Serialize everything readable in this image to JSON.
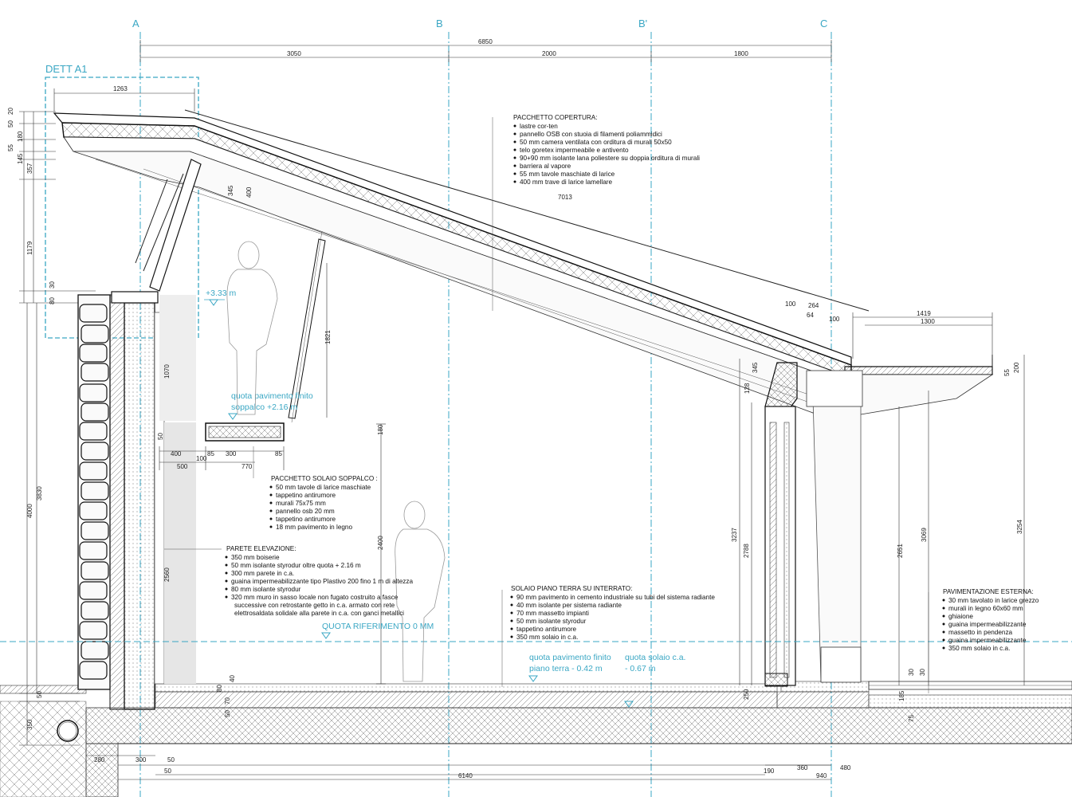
{
  "grid_labels": [
    "A",
    "B",
    "B'",
    "C"
  ],
  "detail_label": "DETT A1",
  "levels": {
    "top_plus": "+3.33 m",
    "mezzanine_line1": "quota pavimento finito",
    "mezzanine_line2": "soppalco +2.16 m",
    "reference": "QUOTA RIFERIMENTO 0 MM",
    "ground_line1": "quota pavimento finito",
    "ground_line2": "piano terra - 0.42 m",
    "slab_line1": "quota solaio c.a.",
    "slab_line2": "- 0.67 m"
  },
  "dims": {
    "total": "6850",
    "seg_a": "3050",
    "seg_b": "2000",
    "seg_c": "1800",
    "detail_w": "1263",
    "left_20": "20",
    "left_50": "50",
    "left_180": "180",
    "left_55": "55",
    "left_145": "145",
    "left_357": "357",
    "left_1179": "1179",
    "left_30": "30",
    "left_80": "80",
    "left_4000": "4000",
    "left_3830": "3830",
    "left_50b": "50",
    "left_350": "350",
    "roof_345": "345",
    "roof_400": "400",
    "roof_7013": "7013",
    "strut_1821": "1821",
    "wall_1070": "1070",
    "wall_50": "50",
    "m_180": "180",
    "m_400": "400",
    "m_100": "100",
    "m_85a": "85",
    "m_300": "300",
    "m_85b": "85",
    "m_500": "500",
    "m_770": "770",
    "wall_2560": "2560",
    "h_2400": "2400",
    "b_80": "80",
    "b_40": "40",
    "b_50": "50",
    "b_70": "70",
    "c_3237": "3237",
    "c_2788": "2788",
    "c_250": "250",
    "c_345": "345",
    "c_128": "128",
    "top_100a": "100",
    "top_264": "264",
    "top_64": "64",
    "top_100b": "100",
    "c_2651": "2651",
    "c_3069": "3069",
    "c_3254": "3254",
    "c_1419": "1419",
    "c_1300": "1300",
    "c_200": "200",
    "c_55": "55",
    "c_30a": "30",
    "c_30b": "30",
    "c_185": "185",
    "c_75": "75",
    "bot_280": "280",
    "bot_300": "300",
    "bot_50a": "50",
    "bot_50b": "50",
    "bot_6140": "6140",
    "bot_190": "190",
    "bot_360": "360",
    "bot_480": "480",
    "bot_940": "940"
  },
  "notes": {
    "copertura": {
      "title": "PACCHETTO COPERTURA:",
      "items": [
        "lastre cor-ten",
        "pannello OSB con stuoia di filamenti poliammidici",
        "50 mm camera ventilata con orditura di murali 50x50",
        "telo goretex impermeabile e antivento",
        "90+90 mm isolante lana poliestere su doppia orditura di murali",
        "barriera al vapore",
        "55 mm tavole maschiate di larice",
        "400 mm trave di larice lamellare"
      ]
    },
    "soppalco": {
      "title": "PACCHETTO SOLAIO SOPPALCO :",
      "items": [
        "50 mm tavole di larice maschiate",
        "tappetino antirumore",
        "murali 75x75 mm",
        "pannello osb 20 mm",
        "tappetino antirumore",
        "18 mm pavimento in legno"
      ]
    },
    "parete": {
      "title": "PARETE ELEVAZIONE:",
      "items": [
        "350 mm boiserie",
        "50 mm isolante styrodur oltre quota + 2.16 m",
        "300 mm parete in c.a.",
        "guaina impermeabilizzante tipo Plastivo 200 fino 1 m di altezza",
        "80 mm isolante styrodur",
        "320 mm muro in sasso locale non fugato costruito a fasce"
      ],
      "continuation": [
        "successive con retrostante getto in c.a. armato con rete",
        "elettrosaldata solidale alla parete in c.a. con ganci metallici"
      ]
    },
    "solaio": {
      "title": "SOLAIO PIANO TERRA SU INTERRATO:",
      "items": [
        "90 mm pavimento in cemento industriale su tubi del sistema radiante",
        "40 mm isolante per sistema radiante",
        "70 mm massetto impianti",
        "50 mm isolante styrodur",
        "tappetino antirumore",
        "350 mm solaio in c.a."
      ]
    },
    "esterna": {
      "title": "PAVIMENTAZIONE ESTERNA:",
      "items": [
        "30 mm tavolato in larice grezzo",
        "murali in legno 60x60 mm",
        "ghiaione",
        "guaina impermeabilizzante",
        "massetto in pendenza",
        "guaina impermeabilizzante",
        "350 mm solaio in c.a."
      ]
    }
  },
  "colors": {
    "accent": "#3aa7c4",
    "line": "#222222"
  }
}
